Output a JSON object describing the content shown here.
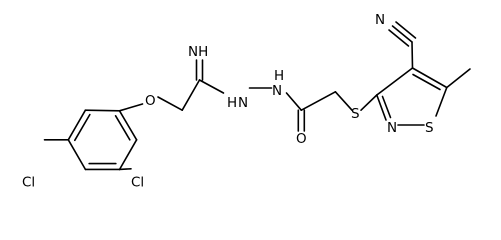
{
  "molecule": {
    "atoms": {
      "cl_para": "Cl",
      "cl_ortho": "Cl",
      "ether_o": "O",
      "imine_nh": "NH",
      "hydrazine_nh_left": "H",
      "hydrazine_n_left": "N",
      "hydrazine_n_right": "N",
      "hydrazine_nh_right": "H",
      "carbonyl_o": "O",
      "thioether_s": "S",
      "ring_n": "N",
      "ring_s": "S",
      "nitrile_n": "N"
    }
  }
}
